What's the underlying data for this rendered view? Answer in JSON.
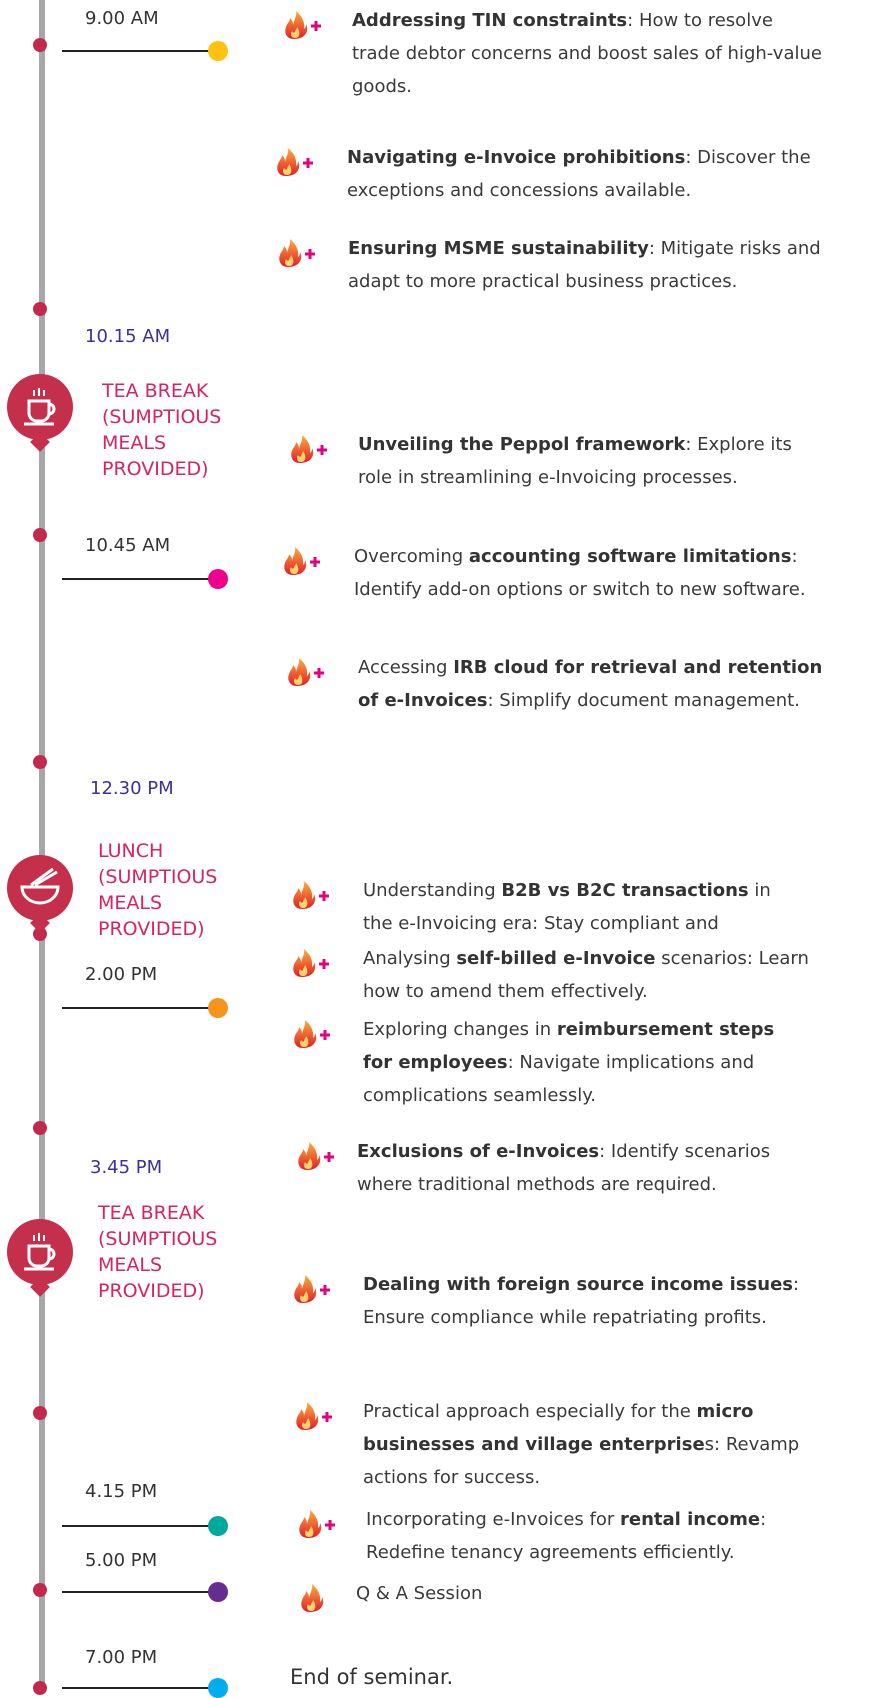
{
  "times": {
    "t1": "9.00 AM",
    "t2": "10.15 AM",
    "t3": "10.45 AM",
    "t4": "12.30 PM",
    "t5": "2.00 PM",
    "t6": "3.45 PM",
    "t7": "4.15 PM",
    "t8": "5.00 PM",
    "t9": "7.00 PM"
  },
  "breaks": {
    "b1": "TEA BREAK\n(SUMPTIOUS\nMEALS\nPROVIDED)",
    "b2": "LUNCH\n(SUMPTIOUS\nMEALS\nPROVIDED)",
    "b3": "TEA BREAK\n(SUMPTIOUS\nMEALS\nPROVIDED)"
  },
  "items": {
    "i1": {
      "pre": "",
      "bold": "Addressing TIN constraints",
      "post": ": How to resolve trade debtor concerns and boost sales of high-value goods."
    },
    "i2": {
      "pre": "",
      "bold": "Navigating e-Invoice prohibitions",
      "post": ": Discover the exceptions and concessions available."
    },
    "i3": {
      "pre": "",
      "bold": "Ensuring MSME sustainability",
      "post": ": Mitigate risks and adapt to more practical business practices."
    },
    "i4": {
      "pre": "",
      "bold": "Unveiling the Peppol framework",
      "post": ": Explore its role in streamlining e-Invoicing processes."
    },
    "i5": {
      "pre": "Overcoming ",
      "bold": "accounting software limitations",
      "post": ": Identify add-on options or switch to new software."
    },
    "i6": {
      "pre": "Accessing ",
      "bold": "IRB cloud for retrieval and retention of e-Invoices",
      "post": ": Simplify document management."
    },
    "i7": {
      "pre": "Understanding ",
      "bold": "B2B vs B2C transactions",
      "post": " in the e-Invoicing era: Stay compliant and"
    },
    "i8": {
      "pre": "Analysing ",
      "bold": "self-billed e-Invoice",
      "post": " scenarios: Learn how to amend them effectively."
    },
    "i9": {
      "pre": "Exploring changes in ",
      "bold": "reimbursement steps for employees",
      "post": ": Navigate implications and complications seamlessly."
    },
    "i10": {
      "pre": "",
      "bold": "Exclusions of e-Invoices",
      "post": ": Identify scenarios where traditional methods are required."
    },
    "i11": {
      "pre": "",
      "bold": "Dealing with foreign source income issues",
      "post": ": Ensure compliance while repatriating profits."
    },
    "i12": {
      "pre": "Practical approach especially for the ",
      "bold": "micro businesses and village enterprise",
      "post": "s: Revamp actions for success."
    },
    "i13": {
      "pre": "Incorporating e-Invoices for ",
      "bold": "rental income",
      "post": ": Redefine tenancy agreements efficiently."
    },
    "i14": {
      "pre": "Q & A Session",
      "bold": "",
      "post": ""
    }
  },
  "end_text": "End of seminar.",
  "colors": {
    "timeline": "#a7a7a9",
    "node": "#c12a4b",
    "break_circle": "#c42f4b",
    "break_text": "#d62365",
    "time_purple": "#3d3099",
    "ball_t1": "#ffc20e",
    "ball_t3": "#ec008c",
    "ball_t5": "#f7941d",
    "ball_t7": "#00a99d",
    "ball_t8": "#662d91",
    "ball_t9": "#00aeef",
    "bullet_plus": "#e6007e"
  },
  "icons": {
    "bullet": "flame-plus-icon",
    "break_tea": "coffee-cup-icon",
    "break_lunch": "noodle-bowl-icon"
  }
}
